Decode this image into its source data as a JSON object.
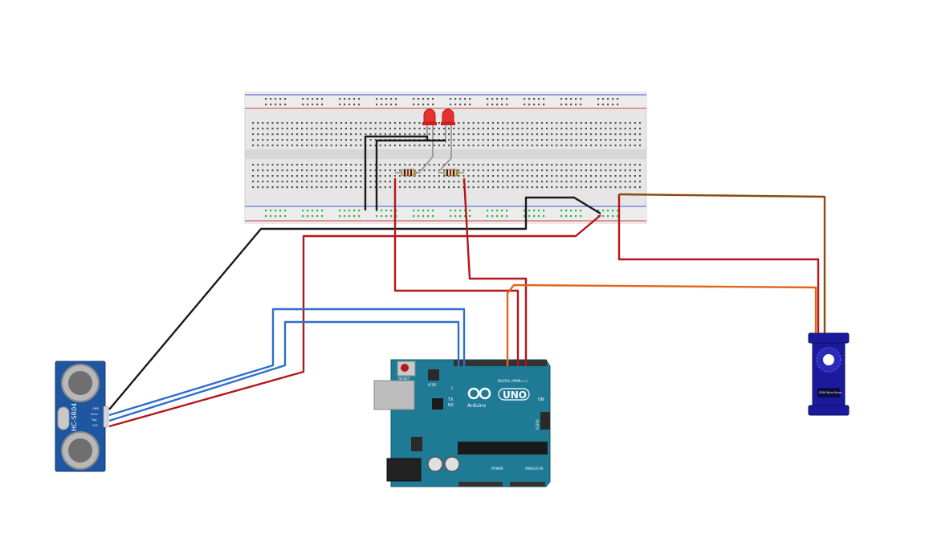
{
  "sensor": {
    "model": "HC-SR04",
    "pins": [
      "GND",
      "Echo",
      "Trig",
      "VCC"
    ]
  },
  "arduino": {
    "reset_label": "RESET",
    "icsp_label": "ICSP",
    "icsp2_label": "ICSP2",
    "uno_label": "UNO",
    "brand_label": "Arduino",
    "tx_label": "TX",
    "rx_label": "RX",
    "on_label": "ON",
    "l_label": "L",
    "digital_label": "DIGITAL (PWM=~)",
    "power_label": "POWER",
    "analog_label": "ANALOG IN"
  },
  "servo": {
    "label": "SG90 Micro Servo"
  },
  "colors": {
    "wire_black": "#1a1a1a",
    "wire_red": "#b5151b",
    "wire_blue": "#2f6fc9",
    "wire_orange": "#e2661a",
    "wire_brown": "#8a4a12",
    "arduino_board": "#1f7a96",
    "sensor_board": "#1e56a0",
    "servo_body": "#1a1a9a",
    "breadboard": "#e6e6e6",
    "led": "#e8302c"
  }
}
